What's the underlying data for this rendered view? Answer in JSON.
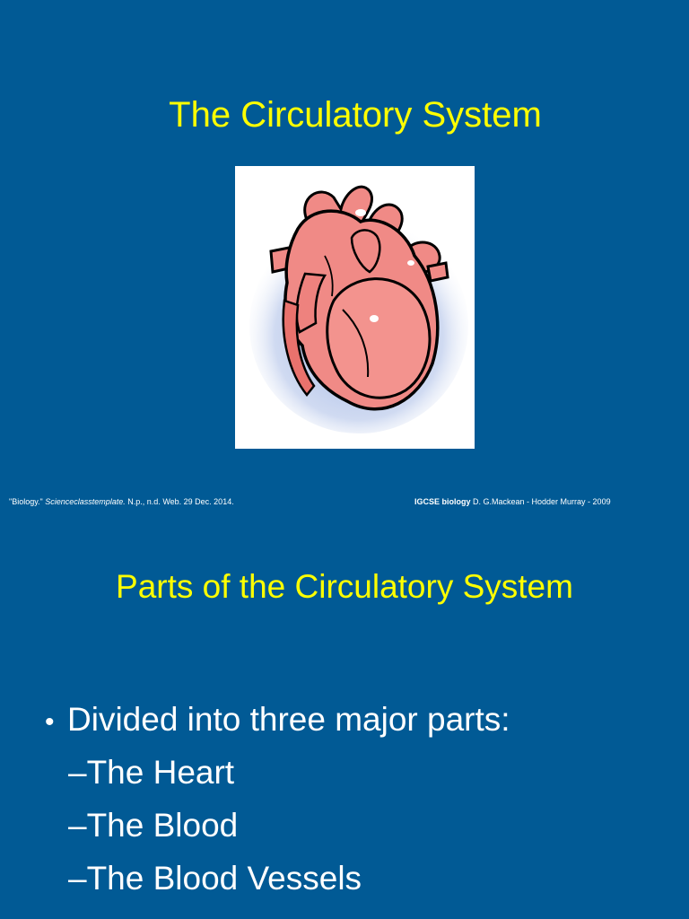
{
  "slide1": {
    "title": "The Circulatory System",
    "citation_left_prefix": "\"Biology.\" ",
    "citation_left_italic": "Scienceclasstemplate.",
    "citation_left_suffix": " N.p., n.d. Web. 29 Dec. 2014.",
    "citation_right_bold": "IGCSE biology",
    "citation_right_suffix": " D. G.Mackean - Hodder Murray - 2009"
  },
  "slide2": {
    "title": "Parts of the Circulatory System",
    "bullet": "Divided into three major parts:",
    "bullet_marker": "•",
    "sub_marker": "–",
    "sub_items": [
      "The Heart",
      "The Blood",
      "The Blood Vessels"
    ]
  },
  "colors": {
    "background": "#015a95",
    "title": "#ffff00",
    "text": "#ffffff",
    "heart": "#f08a86",
    "outline": "#000000"
  },
  "icons": {
    "heart_illustration": "heart-illustration-icon"
  }
}
